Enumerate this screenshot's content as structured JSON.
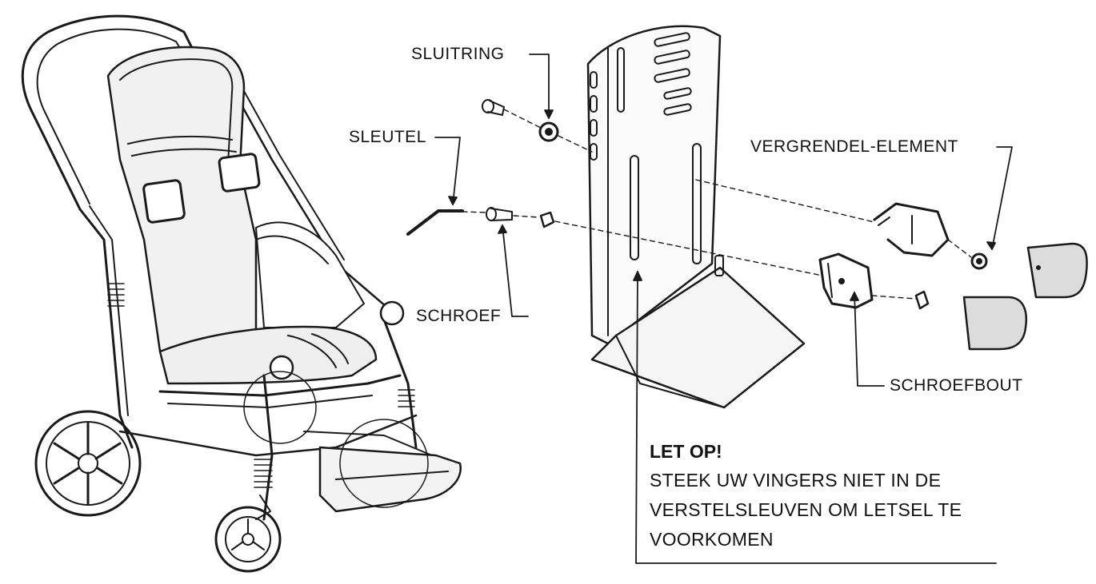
{
  "labels": {
    "sluitring": "SLUITRING",
    "sleutel": "SLEUTEL",
    "schroef": "SCHROEF",
    "vergrendel_element": "VERGRENDEL-ELEMENT",
    "schroefbout": "SCHROEFBOUT"
  },
  "warning": {
    "heading": "LET OP!",
    "lines": [
      "STEEK UW VINGERS NIET IN DE",
      "VERSTELSLEUVEN OM LETSEL TE",
      "VOORKOMEN"
    ]
  },
  "colors": {
    "line": "#1a1a1a",
    "seat_fill": "#e9e9e9",
    "pad_fill": "#dcdcdc"
  }
}
